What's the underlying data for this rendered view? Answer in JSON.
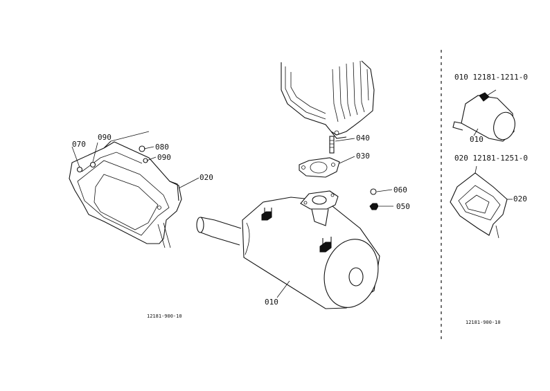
{
  "labels": {
    "p070": "070",
    "p090a": "090",
    "p080": "080",
    "p090b": "090",
    "p020": "020",
    "p040": "040",
    "p030": "030",
    "p060": "060",
    "p050": "050",
    "p010": "010"
  },
  "drawing_codes": {
    "left": "12181-900-10",
    "right": "12181-900-10"
  },
  "parts_list": {
    "item1": "010  12181-1211-0",
    "item1_callout": "010",
    "item2": "020  12181-1251-0",
    "item2_callout": "020"
  }
}
